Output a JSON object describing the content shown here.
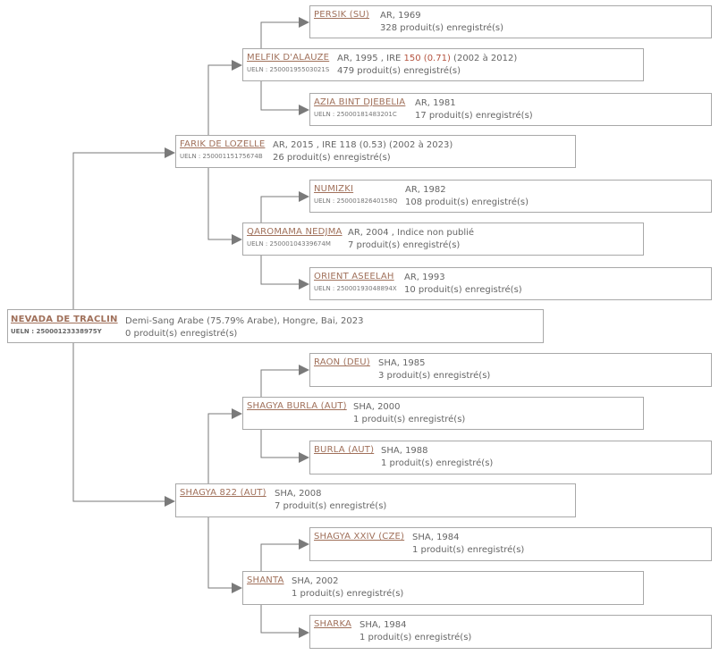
{
  "root": {
    "name": "NEVADA DE TRACLIN",
    "ueln": "UELN : 25000123338975Y",
    "info": "Demi-Sang Arabe (75.79% Arabe), Hongre, Bai, 2023",
    "products": "0 produit(s) enregistré(s)"
  },
  "nodes": [
    {
      "key": "sire",
      "name": "FARIK DE LOZELLE",
      "ueln": "UELN : 25000115175674B",
      "info_pre": "AR, 2015 , IRE 118 (0.53) (2002 à 2023)",
      "ire": "",
      "info_post": "",
      "products": "26 produit(s) enregistré(s)"
    },
    {
      "key": "sire_sire",
      "name": "MELFIK D'ALAUZE",
      "ueln": "UELN : 25000195503021S",
      "info_pre": "AR, 1995 , IRE ",
      "ire": "150 (0.71)",
      "info_post": " (2002 à 2012)",
      "products": "479 produit(s) enregistré(s)"
    },
    {
      "key": "sire_sire_sire",
      "name": "PERSIK (SU)",
      "ueln": "",
      "info_pre": "AR, 1969",
      "ire": "",
      "info_post": "",
      "products": "328 produit(s) enregistré(s)"
    },
    {
      "key": "sire_sire_dam",
      "name": "AZIA BINT DJEBELIA",
      "ueln": "UELN : 25000181483201C",
      "info_pre": "AR, 1981",
      "ire": "",
      "info_post": "",
      "products": "17 produit(s) enregistré(s)"
    },
    {
      "key": "sire_dam",
      "name": "QAROMAMA NEDJMA",
      "ueln": "UELN : 25000104339674M",
      "info_pre": "AR, 2004 , Indice non publié",
      "ire": "",
      "info_post": "",
      "products": "7 produit(s) enregistré(s)"
    },
    {
      "key": "sire_dam_sire",
      "name": "NUMIZKI",
      "ueln": "UELN : 25000182640158Q",
      "info_pre": "AR, 1982",
      "ire": "",
      "info_post": "",
      "products": "108 produit(s) enregistré(s)"
    },
    {
      "key": "sire_dam_dam",
      "name": "ORIENT ASEELAH",
      "ueln": "UELN : 25000193048894X",
      "info_pre": "AR, 1993",
      "ire": "",
      "info_post": "",
      "products": "10 produit(s) enregistré(s)"
    },
    {
      "key": "dam",
      "name": "SHAGYA 822 (AUT)",
      "ueln": "",
      "info_pre": "SHA, 2008",
      "ire": "",
      "info_post": "",
      "products": "7 produit(s) enregistré(s)"
    },
    {
      "key": "dam_sire",
      "name": "SHAGYA BURLA (AUT)",
      "ueln": "",
      "info_pre": "SHA, 2000",
      "ire": "",
      "info_post": "",
      "products": "1 produit(s) enregistré(s)"
    },
    {
      "key": "dam_sire_sire",
      "name": "RAON (DEU)",
      "ueln": "",
      "info_pre": "SHA, 1985",
      "ire": "",
      "info_post": "",
      "products": "3 produit(s) enregistré(s)"
    },
    {
      "key": "dam_sire_dam",
      "name": "BURLA (AUT)",
      "ueln": "",
      "info_pre": "SHA, 1988",
      "ire": "",
      "info_post": "",
      "products": "1 produit(s) enregistré(s)"
    },
    {
      "key": "dam_dam",
      "name": "SHANTA",
      "ueln": "",
      "info_pre": "SHA, 2002",
      "ire": "",
      "info_post": "",
      "products": "1 produit(s) enregistré(s)"
    },
    {
      "key": "dam_dam_sire",
      "name": "SHAGYA XXIV (CZE)",
      "ueln": "",
      "info_pre": "SHA, 1984",
      "ire": "",
      "info_post": "",
      "products": "1 produit(s) enregistré(s)"
    },
    {
      "key": "dam_dam_dam",
      "name": "SHARKA",
      "ueln": "",
      "info_pre": "SHA, 1984",
      "ire": "",
      "info_post": "",
      "products": "1 produit(s) enregistré(s)"
    }
  ],
  "colors": {
    "link": "#a0705a",
    "connector": "#7a7a7a",
    "border": "#a8a8a8",
    "ire_highlight": "#b4533f"
  }
}
